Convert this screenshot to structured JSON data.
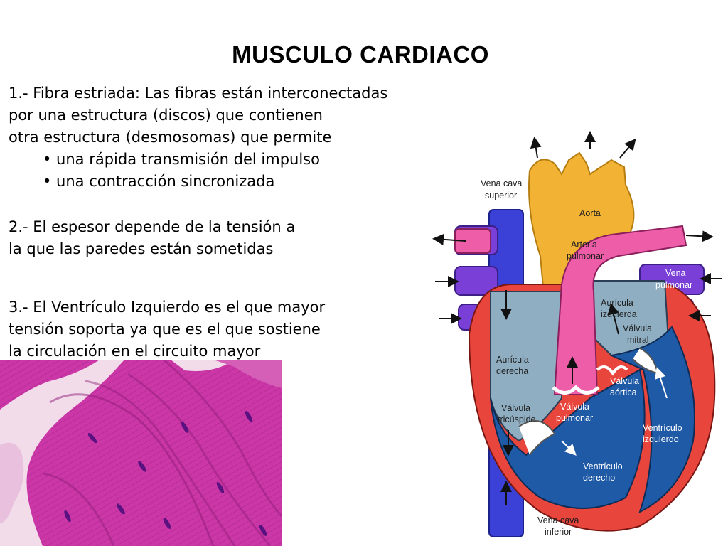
{
  "title": "MUSCULO CARDIACO",
  "points": {
    "p1": {
      "lines": [
        "1.- Fibra estriada: Las fibras están interconectadas",
        "por una estructura (discos) que contienen",
        "otra estructura (desmosomas) que permite"
      ],
      "bullets": [
        "• una rápida transmisión del impulso",
        "• una contracción sincronizada"
      ]
    },
    "p2": {
      "lines": [
        "2.- El espesor depende de la tensión a",
        "la que las paredes están sometidas"
      ]
    },
    "p3": {
      "lines": [
        "3.- El Ventrículo Izquierdo es el que mayor",
        "tensión soporta ya que es el que sostiene",
        "la circulación en el circuito mayor"
      ]
    }
  },
  "heart_labels": {
    "vena_cava_superior": [
      "Vena cava",
      "superior"
    ],
    "aorta": "Aorta",
    "arteria_pulmonar": [
      "Arteria",
      "pulmonar"
    ],
    "vena_pulmonar": [
      "Vena",
      "pulmonar"
    ],
    "auricula_izquierda": [
      "Aurícula",
      "izquierda"
    ],
    "valvula_mitral": [
      "Válvula",
      "mitral"
    ],
    "auricula_derecha": [
      "Aurícula",
      "derecha"
    ],
    "valvula_aortica": [
      "Válvula",
      "aórtica"
    ],
    "valvula_tricuspide": [
      "Válvula",
      "tricúspide"
    ],
    "valvula_pulmonar": [
      "Válvula",
      "pulmonar"
    ],
    "ventriculo_izquierdo": [
      "Ventrículo",
      "izquierdo"
    ],
    "ventriculo_derecho": [
      "Ventrículo",
      "derecho"
    ],
    "vena_cava_inferior": [
      "Vena cava",
      "inferior"
    ]
  },
  "colors": {
    "histology_pink": "#c8309e",
    "aorta_yellow": "#f2b234",
    "pulmonary_pink": "#ee5da8",
    "vein_blue": "#3b41d6",
    "pulmonary_vein_purple": "#7a3fd6",
    "atrium_grayblue": "#8faec2",
    "ventricle_blue": "#1f5aa6",
    "wall_red": "#e8453c"
  }
}
